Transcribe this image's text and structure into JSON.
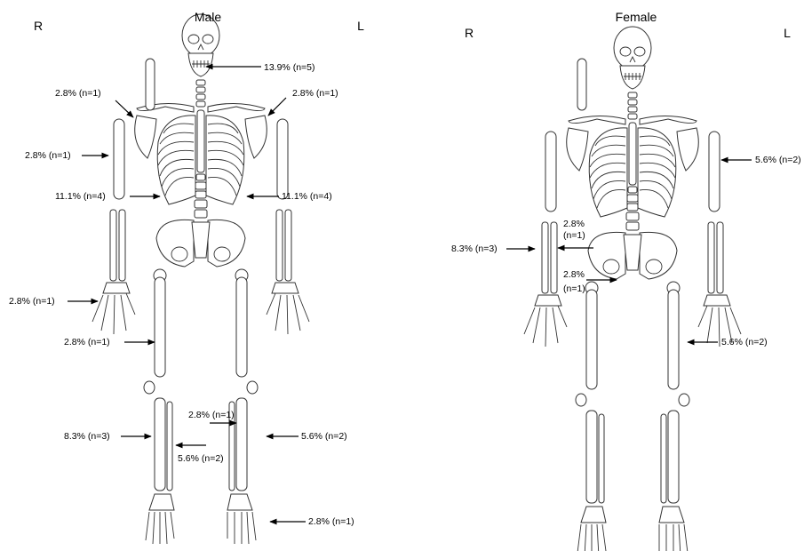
{
  "panels": [
    {
      "title": "Male",
      "right_side": "R",
      "left_side": "L",
      "annotations": [
        {
          "site": "skull",
          "percent": "13.9%",
          "count": "(n=5)"
        },
        {
          "site": "right clavicle",
          "percent": "2.8%",
          "count": "(n=1)"
        },
        {
          "site": "left clavicle",
          "percent": "2.8%",
          "count": "(n=1)"
        },
        {
          "site": "right humerus",
          "percent": "2.8%",
          "count": "(n=1)"
        },
        {
          "site": "right ribs",
          "percent": "11.1%",
          "count": "(n=4)"
        },
        {
          "site": "left ribs",
          "percent": "11.1%",
          "count": "(n=4)"
        },
        {
          "site": "right hand",
          "percent": "2.8%",
          "count": "(n=1)"
        },
        {
          "site": "right femur",
          "percent": "2.8%",
          "count": "(n=1)"
        },
        {
          "site": "left tibia",
          "percent": "2.8%",
          "count": "(n=1)"
        },
        {
          "site": "right tibia",
          "percent": "8.3%",
          "count": "(n=3)"
        },
        {
          "site": "left fibula",
          "percent": "5.6%",
          "count": "(n=2)"
        },
        {
          "site": "right fibula",
          "percent": "5.6%",
          "count": "(n=2)"
        },
        {
          "site": "left foot",
          "percent": "2.8%",
          "count": "(n=1)"
        }
      ]
    },
    {
      "title": "Female",
      "right_side": "R",
      "left_side": "L",
      "annotations": [
        {
          "site": "left humerus",
          "percent": "5.6%",
          "count": "(n=2)"
        },
        {
          "site": "right radius",
          "percent": "2.8%",
          "count": "(n=1)"
        },
        {
          "site": "right forearm",
          "percent": "8.3%",
          "count": "(n=3)"
        },
        {
          "site": "pelvis",
          "percent": "2.8%",
          "count": "(n=1)"
        },
        {
          "site": "left femur",
          "percent": "5.6%",
          "count": "(n=2)"
        }
      ]
    }
  ]
}
